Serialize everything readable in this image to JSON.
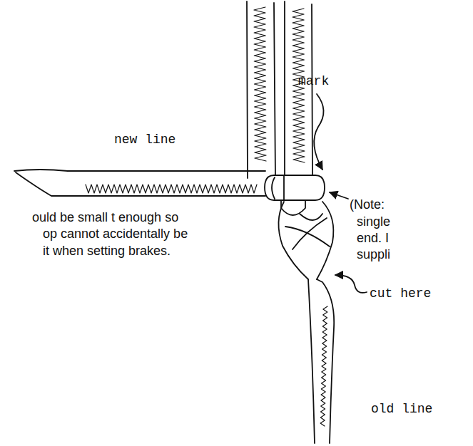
{
  "diagram": {
    "labels": [
      "new line",
      "mark",
      "(Note:",
      "single",
      "end. I",
      "suppli",
      "ould be small t enough so",
      "op cannot accidentally be",
      "it when setting brakes.",
      "cut here",
      "old line"
    ]
  }
}
